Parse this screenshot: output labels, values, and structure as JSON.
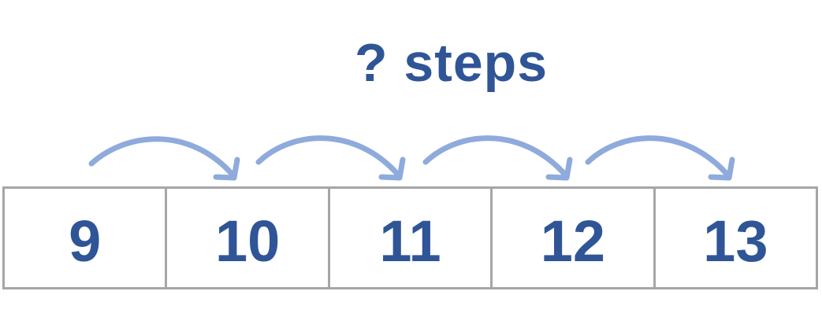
{
  "header": {
    "title": "? steps"
  },
  "number_line": {
    "cells": [
      "9",
      "10",
      "11",
      "12",
      "13"
    ]
  },
  "jumps": {
    "count": 4
  },
  "colors": {
    "text": "#2f5597",
    "arrow": "#8faadc",
    "border": "#a6a6a6"
  }
}
